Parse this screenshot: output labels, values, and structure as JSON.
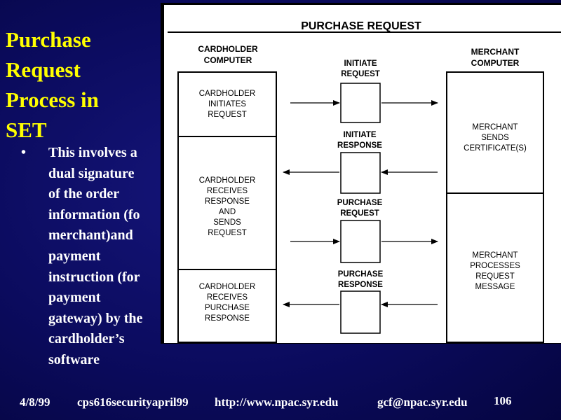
{
  "slide": {
    "title_lines": [
      "Purchase",
      "Request",
      "Process in",
      "SET"
    ],
    "bullet_lines": [
      "This involves a",
      "dual signature",
      "of the order",
      "information (fo",
      "merchant)and",
      "payment",
      "instruction (for",
      "payment",
      "gateway) by the",
      "cardholder’s",
      "software"
    ]
  },
  "figure": {
    "heading": "PURCHASE REQUEST",
    "left_header": [
      "CARDHOLDER",
      "COMPUTER"
    ],
    "right_header": [
      "MERCHANT",
      "COMPUTER"
    ],
    "left_boxes": [
      [
        "CARDHOLDER",
        "INITIATES",
        "REQUEST"
      ],
      [
        "CARDHOLDER",
        "RECEIVES",
        "RESPONSE",
        "AND",
        "SENDS",
        "REQUEST"
      ],
      [
        "CARDHOLDER",
        "RECEIVES",
        "PURCHASE",
        "RESPONSE"
      ]
    ],
    "right_boxes": [
      [
        "MERCHANT",
        "SENDS",
        "CERTIFICATE(S)"
      ],
      [
        "MERCHANT",
        "PROCESSES",
        "REQUEST",
        "MESSAGE"
      ]
    ],
    "messages": [
      {
        "label": [
          "INITIATE",
          "REQUEST"
        ],
        "direction": "to-merchant"
      },
      {
        "label": [
          "INITIATE",
          "RESPONSE"
        ],
        "direction": "to-cardholder"
      },
      {
        "label": [
          "PURCHASE",
          "REQUEST"
        ],
        "direction": "to-merchant"
      },
      {
        "label": [
          "PURCHASE",
          "RESPONSE"
        ],
        "direction": "to-cardholder"
      }
    ]
  },
  "footer": {
    "date": "4/8/99",
    "course": "cps616securityapril99",
    "url": "http://www.npac.syr.edu",
    "email": "gcf@npac.syr.edu",
    "page": "106"
  },
  "colors": {
    "title": "#ffff00",
    "text": "#ffffff",
    "background": "#0b0b5e"
  }
}
